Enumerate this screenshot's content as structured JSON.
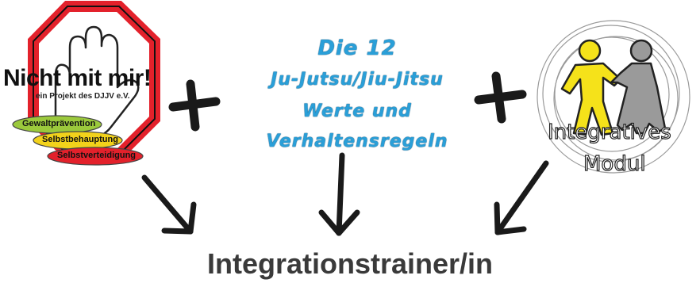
{
  "logo_left": {
    "title": "Nicht mit mir!",
    "subtitle": "ein Projekt des DJJV e.V.",
    "badges": [
      "Gewaltprävention",
      "Selbstbehauptung",
      "Selbstverteidigung"
    ],
    "colors": {
      "octagon": "#e3212b",
      "badge1": "#9bc93c",
      "badge2": "#f2d21b",
      "badge3": "#e3212b"
    }
  },
  "center_block": {
    "lines": [
      "Die 12",
      "Ju-Jutsu/Jiu-Jitsu",
      "Werte und",
      "Verhaltensregeln"
    ],
    "color": "#2a9fd8"
  },
  "logo_right": {
    "line1": "Integratives",
    "line2": "Modul",
    "colors": {
      "figure_left": "#f5e21a",
      "figure_right": "#9a9a9a"
    }
  },
  "operators": [
    "plus",
    "plus"
  ],
  "arrows": [
    "down-right-arrow",
    "down-arrow",
    "down-left-arrow"
  ],
  "result": "Integrationstrainer/in"
}
